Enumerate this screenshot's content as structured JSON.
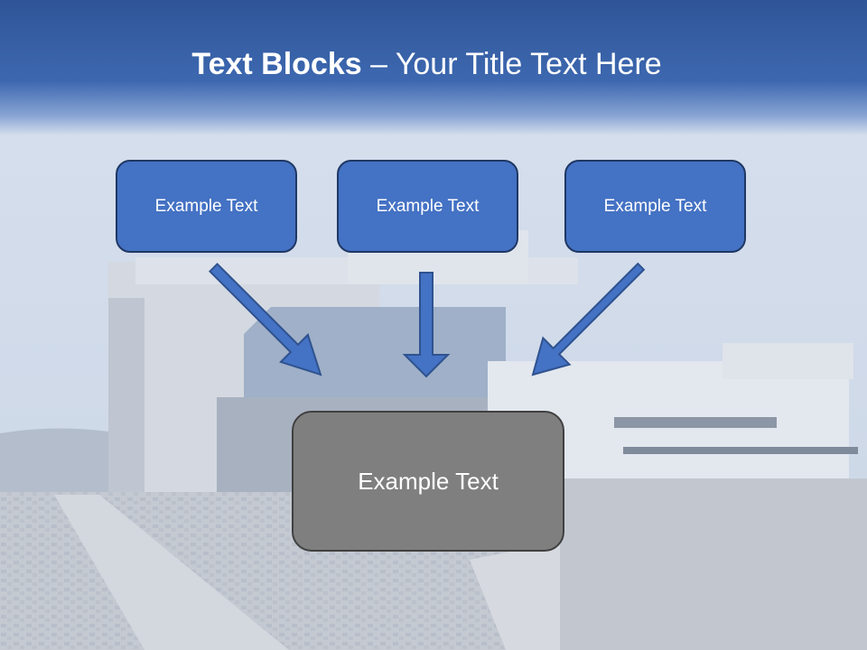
{
  "slide": {
    "title_bold": "Text Blocks",
    "title_dash": " – ",
    "title_rest": "Your Title Text Here",
    "blocks": [
      {
        "label": "Example Text"
      },
      {
        "label": "Example Text"
      },
      {
        "label": "Example Text"
      }
    ],
    "main_block": {
      "label": "Example Text"
    }
  },
  "colors": {
    "title_band": "#2f5597",
    "block_fill": "#4472c4",
    "block_border": "#1f3864",
    "main_fill": "#7f7f7f",
    "arrow_fill": "#4472c4"
  }
}
